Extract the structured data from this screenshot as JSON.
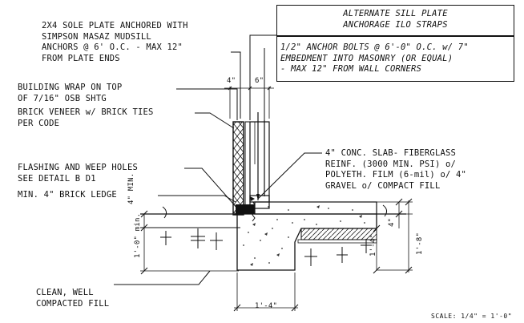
{
  "notes": {
    "sole_plate": [
      "2X4 SOLE PLATE ANCHORED WITH",
      "SIMPSON MASAZ MUDSILL",
      "ANCHORS @ 6' O.C. - MAX 12\"",
      "FROM PLATE ENDS"
    ],
    "building_wrap": [
      "BUILDING WRAP ON TOP",
      "OF 7/16\" OSB SHTG"
    ],
    "brick_veneer": [
      "BRICK VENEER w/ BRICK TIES",
      "PER CODE"
    ],
    "flashing": [
      "FLASHING AND WEEP HOLES",
      "SEE DETAIL B D1"
    ],
    "brick_ledge": "MIN. 4\" BRICK LEDGE",
    "slab": [
      "4\" CONC. SLAB- FIBERGLASS",
      "REINF. (3000 MIN. PSI) o/",
      "POLYETH. FILM (6-mil) o/ 4\"",
      "GRAVEL o/ COMPACT FILL"
    ],
    "fill": [
      "CLEAN, WELL",
      "COMPACTED FILL"
    ]
  },
  "alternate_box": {
    "title": [
      "ALTERNATE SILL PLATE",
      "ANCHORAGE ILO STRAPS"
    ],
    "body": [
      "1/2\" ANCHOR BOLTS @ 6'-0\" O.C. w/ 7\"",
      "EMBEDMENT INTO MASONRY (OR EQUAL)",
      "- MAX 12\" FROM WALL CORNERS"
    ]
  },
  "dimensions": {
    "wall_4": "4\"",
    "wall_6": "6\"",
    "min_4": "4\" MIN.",
    "left_1_0": "1'-0\" min.",
    "footing_1_4_v": "1'-4\"",
    "right_4": "4\"",
    "right_1_8": "1'-8\"",
    "bottom_1_4": "1'-4\""
  },
  "scale": "SCALE: 1/4\" = 1'-0\""
}
